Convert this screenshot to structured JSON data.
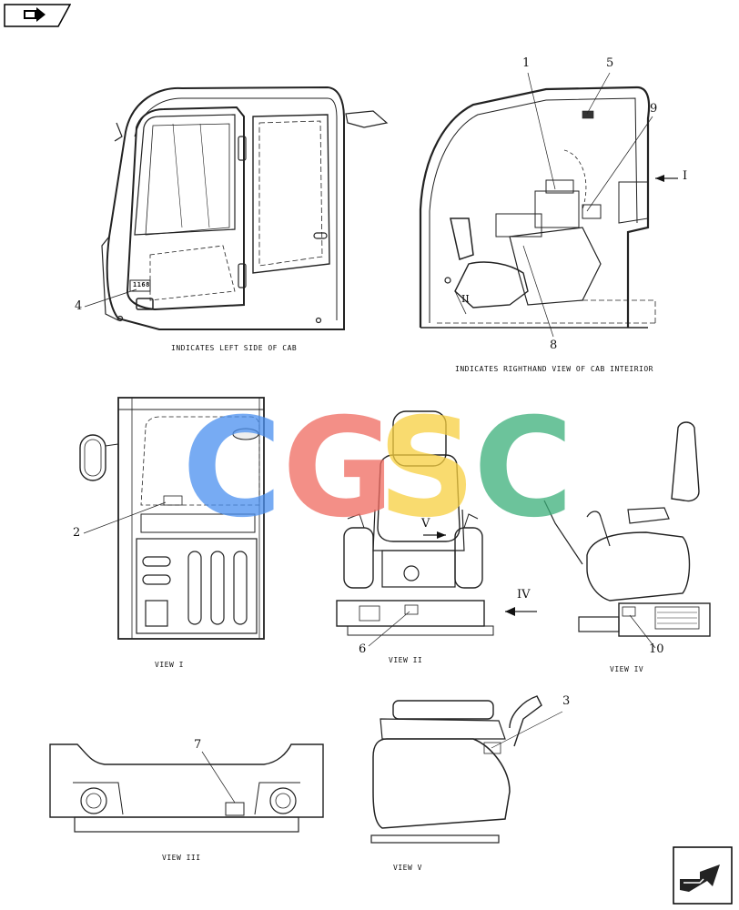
{
  "captions": {
    "left_side": "INDICATES LEFT SIDE OF CAB",
    "right_interior": "INDICATES RIGHTHAND VIEW OF CAB INTEIRIOR",
    "view1": "VIEW I",
    "view2": "VIEW II",
    "view3": "VIEW III",
    "view4": "VIEW IV",
    "view5": "VIEW V"
  },
  "callouts": {
    "n1": "1",
    "n2": "2",
    "n3": "3",
    "n4": "4",
    "n5": "5",
    "n6": "6",
    "n7": "7",
    "n8": "8",
    "n9": "9",
    "n10": "10"
  },
  "view_markers": {
    "m1": "I",
    "m2": "II",
    "m4": "IV",
    "m5": "V"
  },
  "decal_text": "1168",
  "watermark": {
    "letters": [
      "C",
      "G",
      "S",
      "C"
    ],
    "colors": [
      "#4a90f0",
      "#f06a60",
      "#f8d040",
      "#3cb07a"
    ]
  },
  "icons": {
    "top_left": "page-back-icon",
    "bottom_right": "next-page-arrow-icon"
  }
}
